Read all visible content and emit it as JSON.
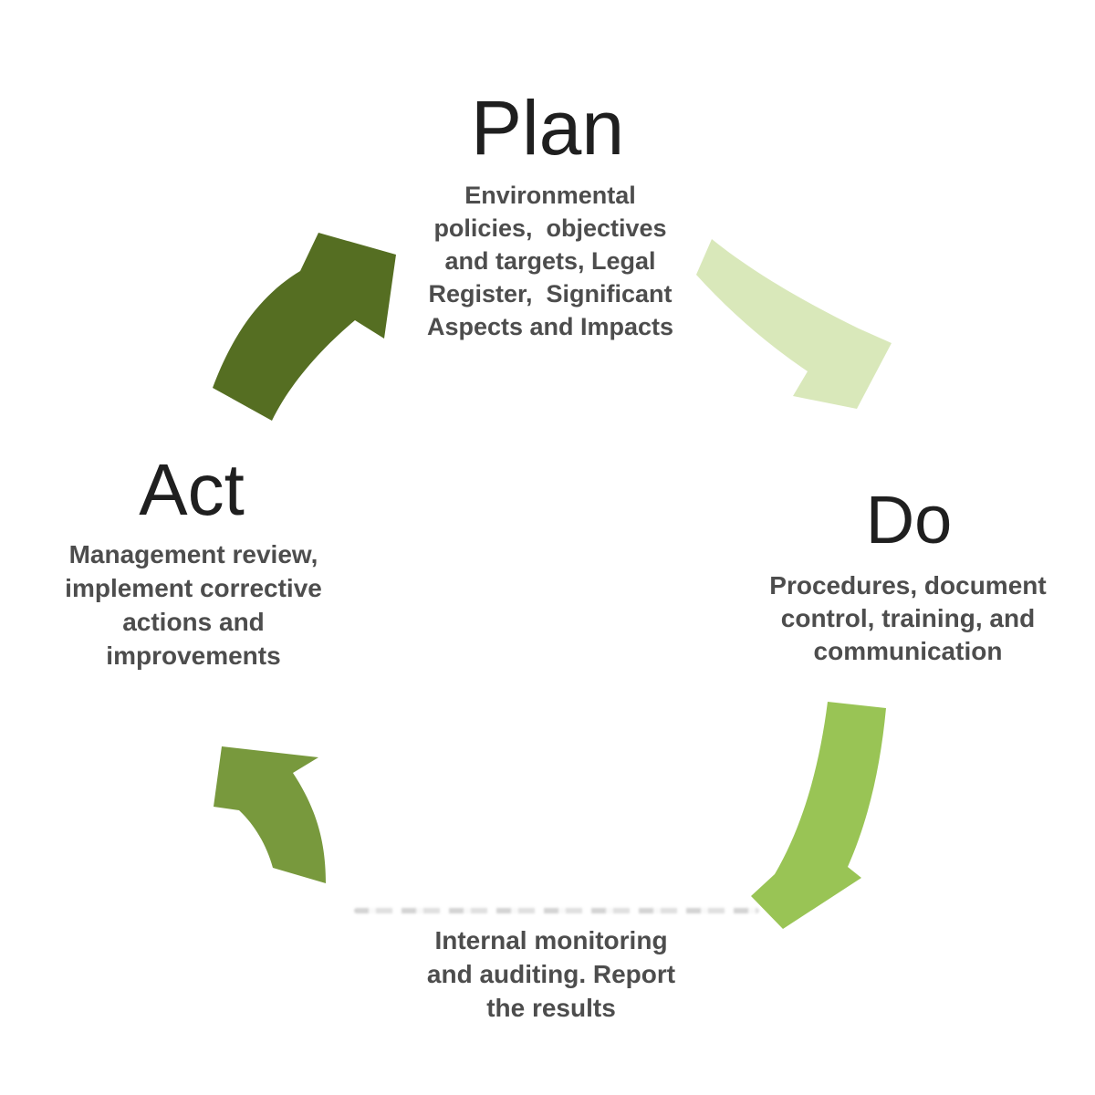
{
  "diagram": {
    "stages": {
      "plan": {
        "label": "Plan",
        "description": "Environmental\npolicies,  objectives\nand targets, Legal\nRegister,  Significant\nAspects and Impacts"
      },
      "do": {
        "label": "Do",
        "description": "Procedures, document\ncontrol, training, and\ncommunication"
      },
      "check": {
        "description": "Internal monitoring\nand auditing. Report\nthe results"
      },
      "act": {
        "label": "Act",
        "description": "Management review,\nimplement corrective\nactions and\nimprovements"
      }
    },
    "arrows": {
      "act_to_plan": {
        "color": "#556e22"
      },
      "plan_to_do": {
        "color": "#d9e8ba"
      },
      "do_to_check": {
        "color": "#99c455"
      },
      "check_to_act": {
        "color": "#78993d"
      }
    },
    "colors": {
      "heading_text": "#1f1f1f",
      "body_text": "#4d4d4d",
      "background": "#ffffff"
    }
  }
}
